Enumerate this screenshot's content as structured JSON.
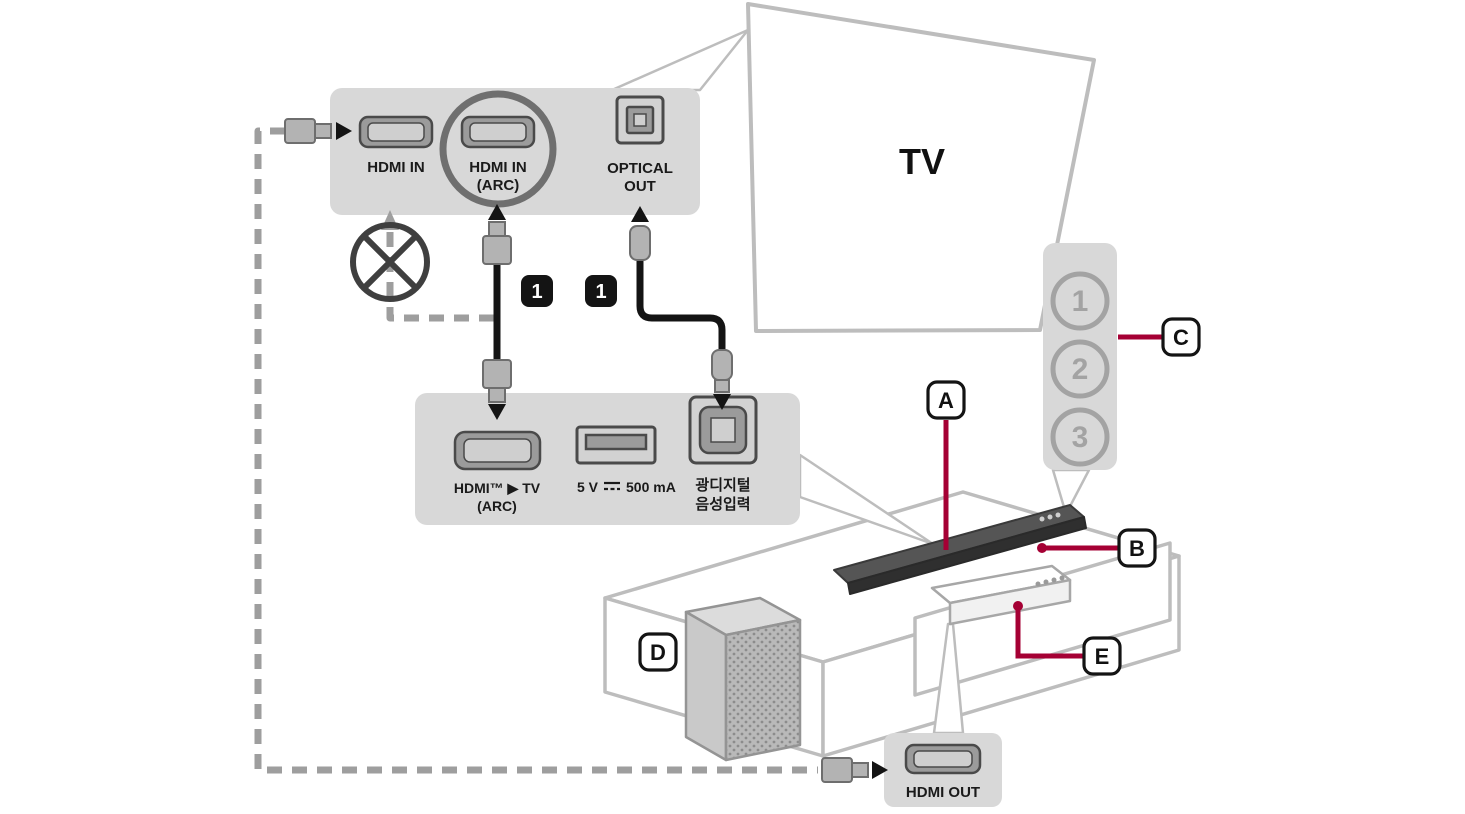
{
  "colors": {
    "accent_red": "#a50034",
    "panel_gray": "#d8d8d8",
    "outline_gray": "#bdbdbd",
    "dashed_gray": "#9e9e9e",
    "cable_black": "#141414",
    "port_gray": "#9b9b9b"
  },
  "tv": {
    "label": "TV"
  },
  "tv_panel": {
    "hdmi_in": "HDMI IN",
    "hdmi_in_arc": [
      "HDMI IN",
      "(ARC)"
    ],
    "optical_out": [
      "OPTICAL",
      "OUT"
    ]
  },
  "tv_inputs_panel": {
    "ports": [
      "1",
      "2",
      "3"
    ]
  },
  "soundbar_panel": {
    "hdmi_arc": [
      "HDMI™ ▶ TV",
      "(ARC)"
    ],
    "usb_power_left": "5 V",
    "usb_power_right": "500 mA",
    "optical_in": [
      "광디지털",
      "음성입력"
    ]
  },
  "hdmi_out_panel": {
    "label": "HDMI OUT"
  },
  "steps": {
    "cable_step": "1"
  },
  "callouts": {
    "a": "A",
    "b": "B",
    "c": "C",
    "d": "D",
    "e": "E"
  },
  "icons": {
    "hdmi_port": "hdmi-port-icon",
    "optical_port": "optical-port-icon",
    "usb_port": "usb-port-icon",
    "hdmi_plug": "hdmi-plug-icon",
    "optical_plug": "optical-plug-icon",
    "dc_symbol": "dc-symbol-icon",
    "prohibition": "prohibition-icon",
    "arrow": "arrow-icon"
  }
}
